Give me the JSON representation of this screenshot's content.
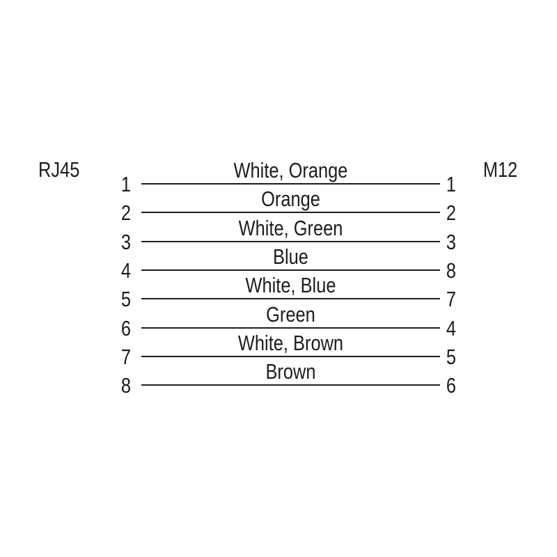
{
  "diagram": {
    "type": "pinout-wiring",
    "left_connector": "RJ45",
    "right_connector": "M12",
    "wires": [
      {
        "left_pin": "1",
        "label": "White, Orange",
        "right_pin": "1"
      },
      {
        "left_pin": "2",
        "label": "Orange",
        "right_pin": "2"
      },
      {
        "left_pin": "3",
        "label": "White, Green",
        "right_pin": "3"
      },
      {
        "left_pin": "4",
        "label": "Blue",
        "right_pin": "8"
      },
      {
        "left_pin": "5",
        "label": "White, Blue",
        "right_pin": "7"
      },
      {
        "left_pin": "6",
        "label": "Green",
        "right_pin": "4"
      },
      {
        "left_pin": "7",
        "label": "White, Brown",
        "right_pin": "5"
      },
      {
        "left_pin": "8",
        "label": "Brown",
        "right_pin": "6"
      }
    ],
    "colors": {
      "ink": "#1d1d1b",
      "background": "#ffffff"
    }
  }
}
